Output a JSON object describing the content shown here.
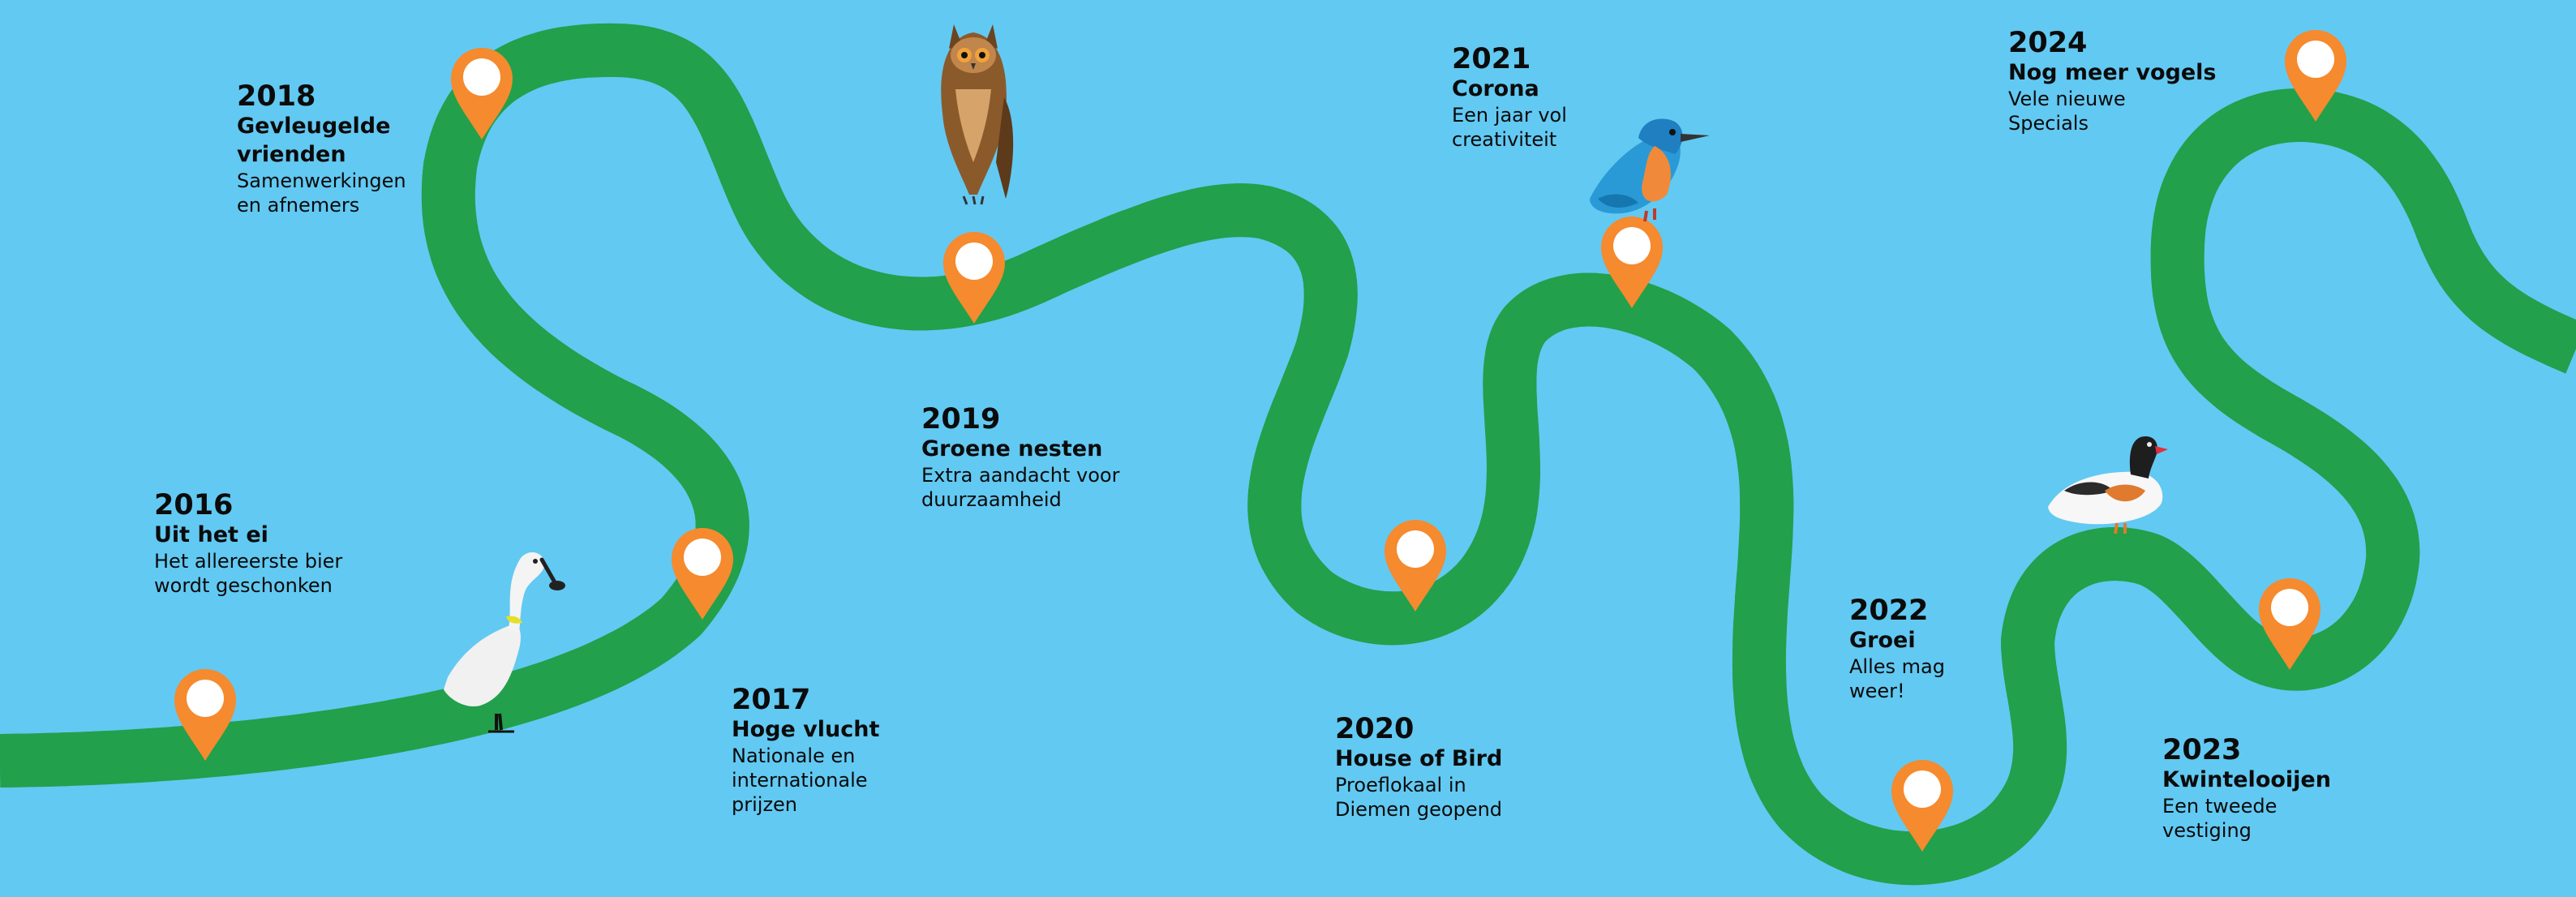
{
  "colors": {
    "background": "#62c9f2",
    "road": "#22a04b",
    "road_marking": "#ffffff",
    "pin": "#f58a2e",
    "text": "#0b0b0b"
  },
  "milestones": [
    {
      "year": "2016",
      "title": "Uit het ei",
      "description": [
        "Het allereerste bier",
        "wordt geschonken"
      ]
    },
    {
      "year": "2017",
      "title": "Hoge vlucht",
      "description": [
        "Nationale en",
        "internationale",
        "prijzen"
      ]
    },
    {
      "year": "2018",
      "title": [
        "Gevleugelde",
        "vrienden"
      ],
      "description": [
        "Samenwerkingen",
        "en afnemers"
      ]
    },
    {
      "year": "2019",
      "title": "Groene nesten",
      "description": [
        "Extra aandacht voor",
        "duurzaamheid"
      ]
    },
    {
      "year": "2020",
      "title": "House of Bird",
      "description": [
        "Proeflokaal in",
        "Diemen geopend"
      ]
    },
    {
      "year": "2021",
      "title": "Corona",
      "description": [
        "Een jaar vol",
        "creativiteit"
      ]
    },
    {
      "year": "2022",
      "title": "Groei",
      "description": [
        "Alles mag",
        "weer!"
      ]
    },
    {
      "year": "2023",
      "title": "Kwintelooijen",
      "description": [
        "Een tweede",
        "vestiging"
      ]
    },
    {
      "year": "2024",
      "title": "Nog meer vogels",
      "description": [
        "Vele nieuwe",
        "Specials"
      ]
    }
  ],
  "birds": [
    {
      "name": "spoonbill-icon"
    },
    {
      "name": "owl-icon"
    },
    {
      "name": "kingfisher-icon"
    },
    {
      "name": "shelduck-icon"
    }
  ]
}
